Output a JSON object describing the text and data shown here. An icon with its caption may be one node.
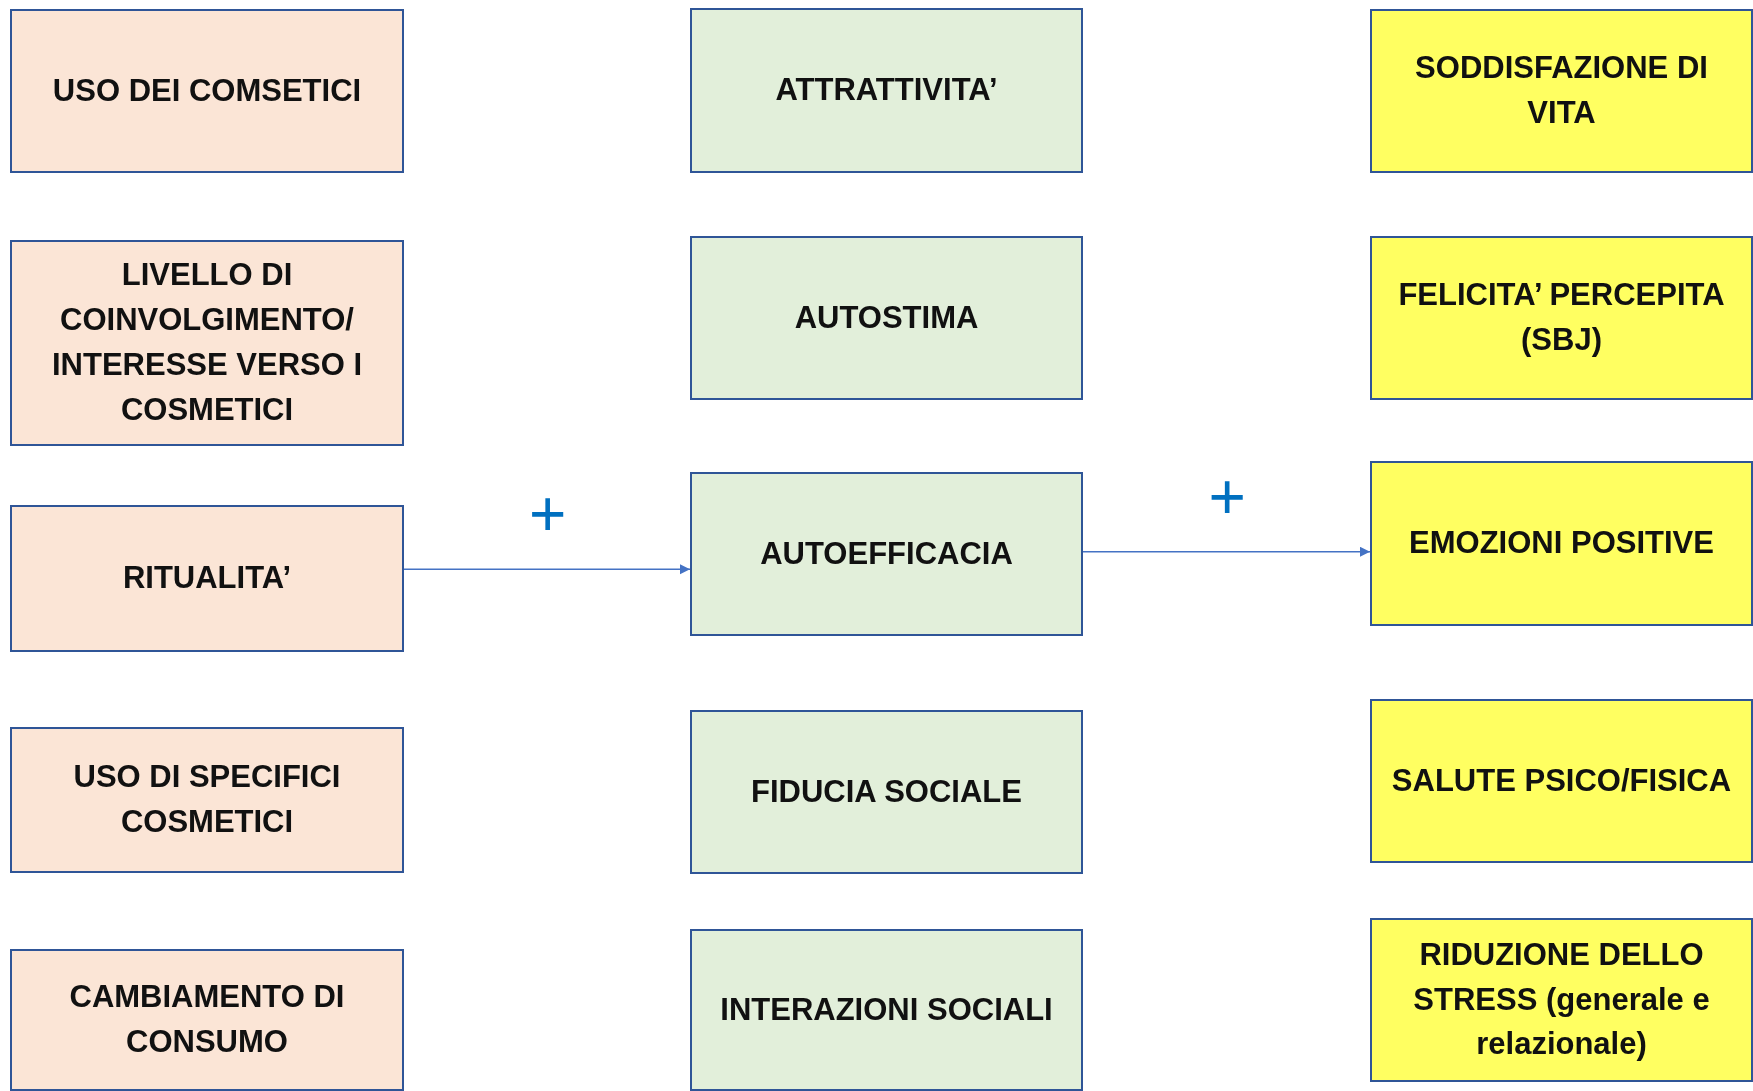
{
  "diagram": {
    "nodes": [
      {
        "text": [
          "USO DEI COMSETICI"
        ]
      },
      {
        "text": [
          "LIVELLO DI COINVOLGIMENTO/ INTERESSE VERSO I COSMETICI"
        ]
      },
      {
        "text": [
          "RITUALITA’"
        ]
      },
      {
        "text": [
          "USO DI SPECIFICI COSMETICI"
        ]
      },
      {
        "text": [
          "CAMBIAMENTO DI CONSUMO"
        ]
      },
      {
        "text": [
          "ATTRATTIVITA’"
        ]
      },
      {
        "text": [
          "AUTOSTIMA"
        ]
      },
      {
        "text": [
          "AUTOEFFICACIA"
        ]
      },
      {
        "text": [
          "FIDUCIA SOCIALE"
        ]
      },
      {
        "text": [
          "INTERAZIONI SOCIALI"
        ]
      },
      {
        "text": [
          "SODDISFAZIONE DI VITA"
        ]
      },
      {
        "text": [
          "FELICITA’ PERCEPITA (SBJ)"
        ]
      },
      {
        "text": [
          "EMOZIONI POSITIVE"
        ]
      },
      {
        "text": [
          "SALUTE PSICO/FISICA"
        ]
      },
      {
        "text": [
          "RIDUZIONE DELLO STRESS (generale e relazionale)"
        ]
      }
    ],
    "edges": [
      {
        "from": 2,
        "to": 7,
        "arrow": "to",
        "label": "+"
      },
      {
        "from": 7,
        "to": 12,
        "arrow": "to",
        "label": "+"
      }
    ]
  }
}
